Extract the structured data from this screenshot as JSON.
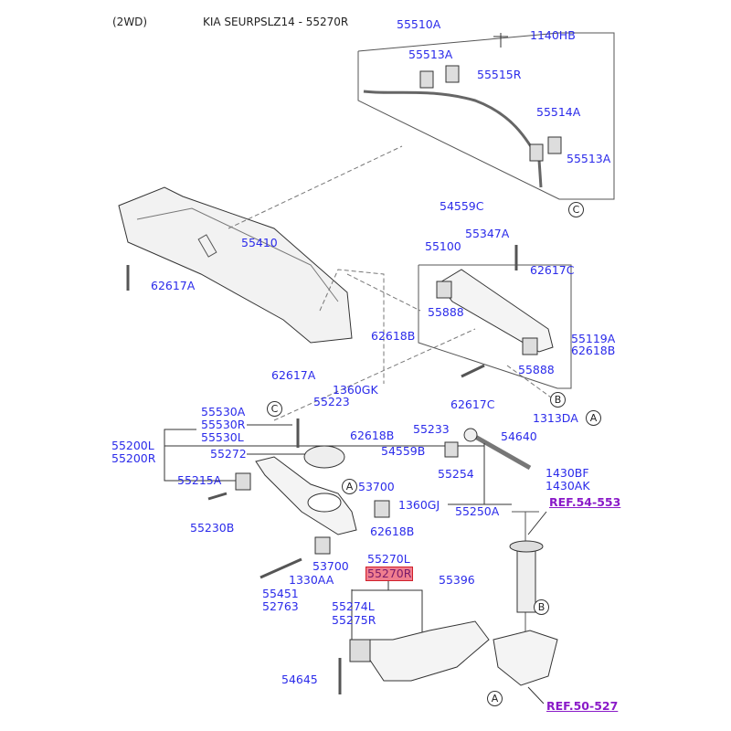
{
  "header": {
    "variant": "(2WD)",
    "title": "KIA SEURPSLZ14 - 55270R"
  },
  "colors": {
    "label": "#2b2bea",
    "highlight": "#f07e8e",
    "reference": "#8a1ac8"
  },
  "labels": {
    "p55510A": "55510A",
    "p1140HB": "1140HB",
    "p55513A_top": "55513A",
    "p55515R": "55515R",
    "p55514A": "55514A",
    "p55513A": "55513A",
    "p54559C": "54559C",
    "p55410": "55410",
    "p55100": "55100",
    "p55347A": "55347A",
    "p62617C_top": "62617C",
    "p62617A_left": "62617A",
    "p55888_a": "55888",
    "p55119A": "55119A",
    "p62618B_r": "62618B",
    "p62618B_mid": "62618B",
    "p55888_b": "55888",
    "p62617A": "62617A",
    "p1360GK": "1360GK",
    "p55223": "55223",
    "p62617C": "62617C",
    "p55530A": "55530A",
    "p55530R": "55530R",
    "p55530L": "55530L",
    "p55200L": "55200L",
    "p55200R": "55200R",
    "p55233": "55233",
    "p62618B_c": "62618B",
    "p1313DA": "1313DA",
    "p54640": "54640",
    "p55272": "55272",
    "p54559B": "54559B",
    "p1430BF": "1430BF",
    "p1430AK": "1430AK",
    "p55254": "55254",
    "p55215A": "55215A",
    "p53700_a": "53700",
    "p1360GJ": "1360GJ",
    "p55250A": "55250A",
    "p55230B": "55230B",
    "p62618B_d": "62618B",
    "p53700_b": "53700",
    "p55270L": "55270L",
    "p55270R": "55270R",
    "p1330AA": "1330AA",
    "p55396": "55396",
    "p55451": "55451",
    "p52763": "52763",
    "p55274L": "55274L",
    "p55275R": "55275R",
    "p54645": "54645"
  },
  "refs": {
    "ref_top": "REF.54-553",
    "ref_bottom": "REF.50-527"
  },
  "callouts": {
    "A": "A",
    "B": "B",
    "C": "C"
  }
}
